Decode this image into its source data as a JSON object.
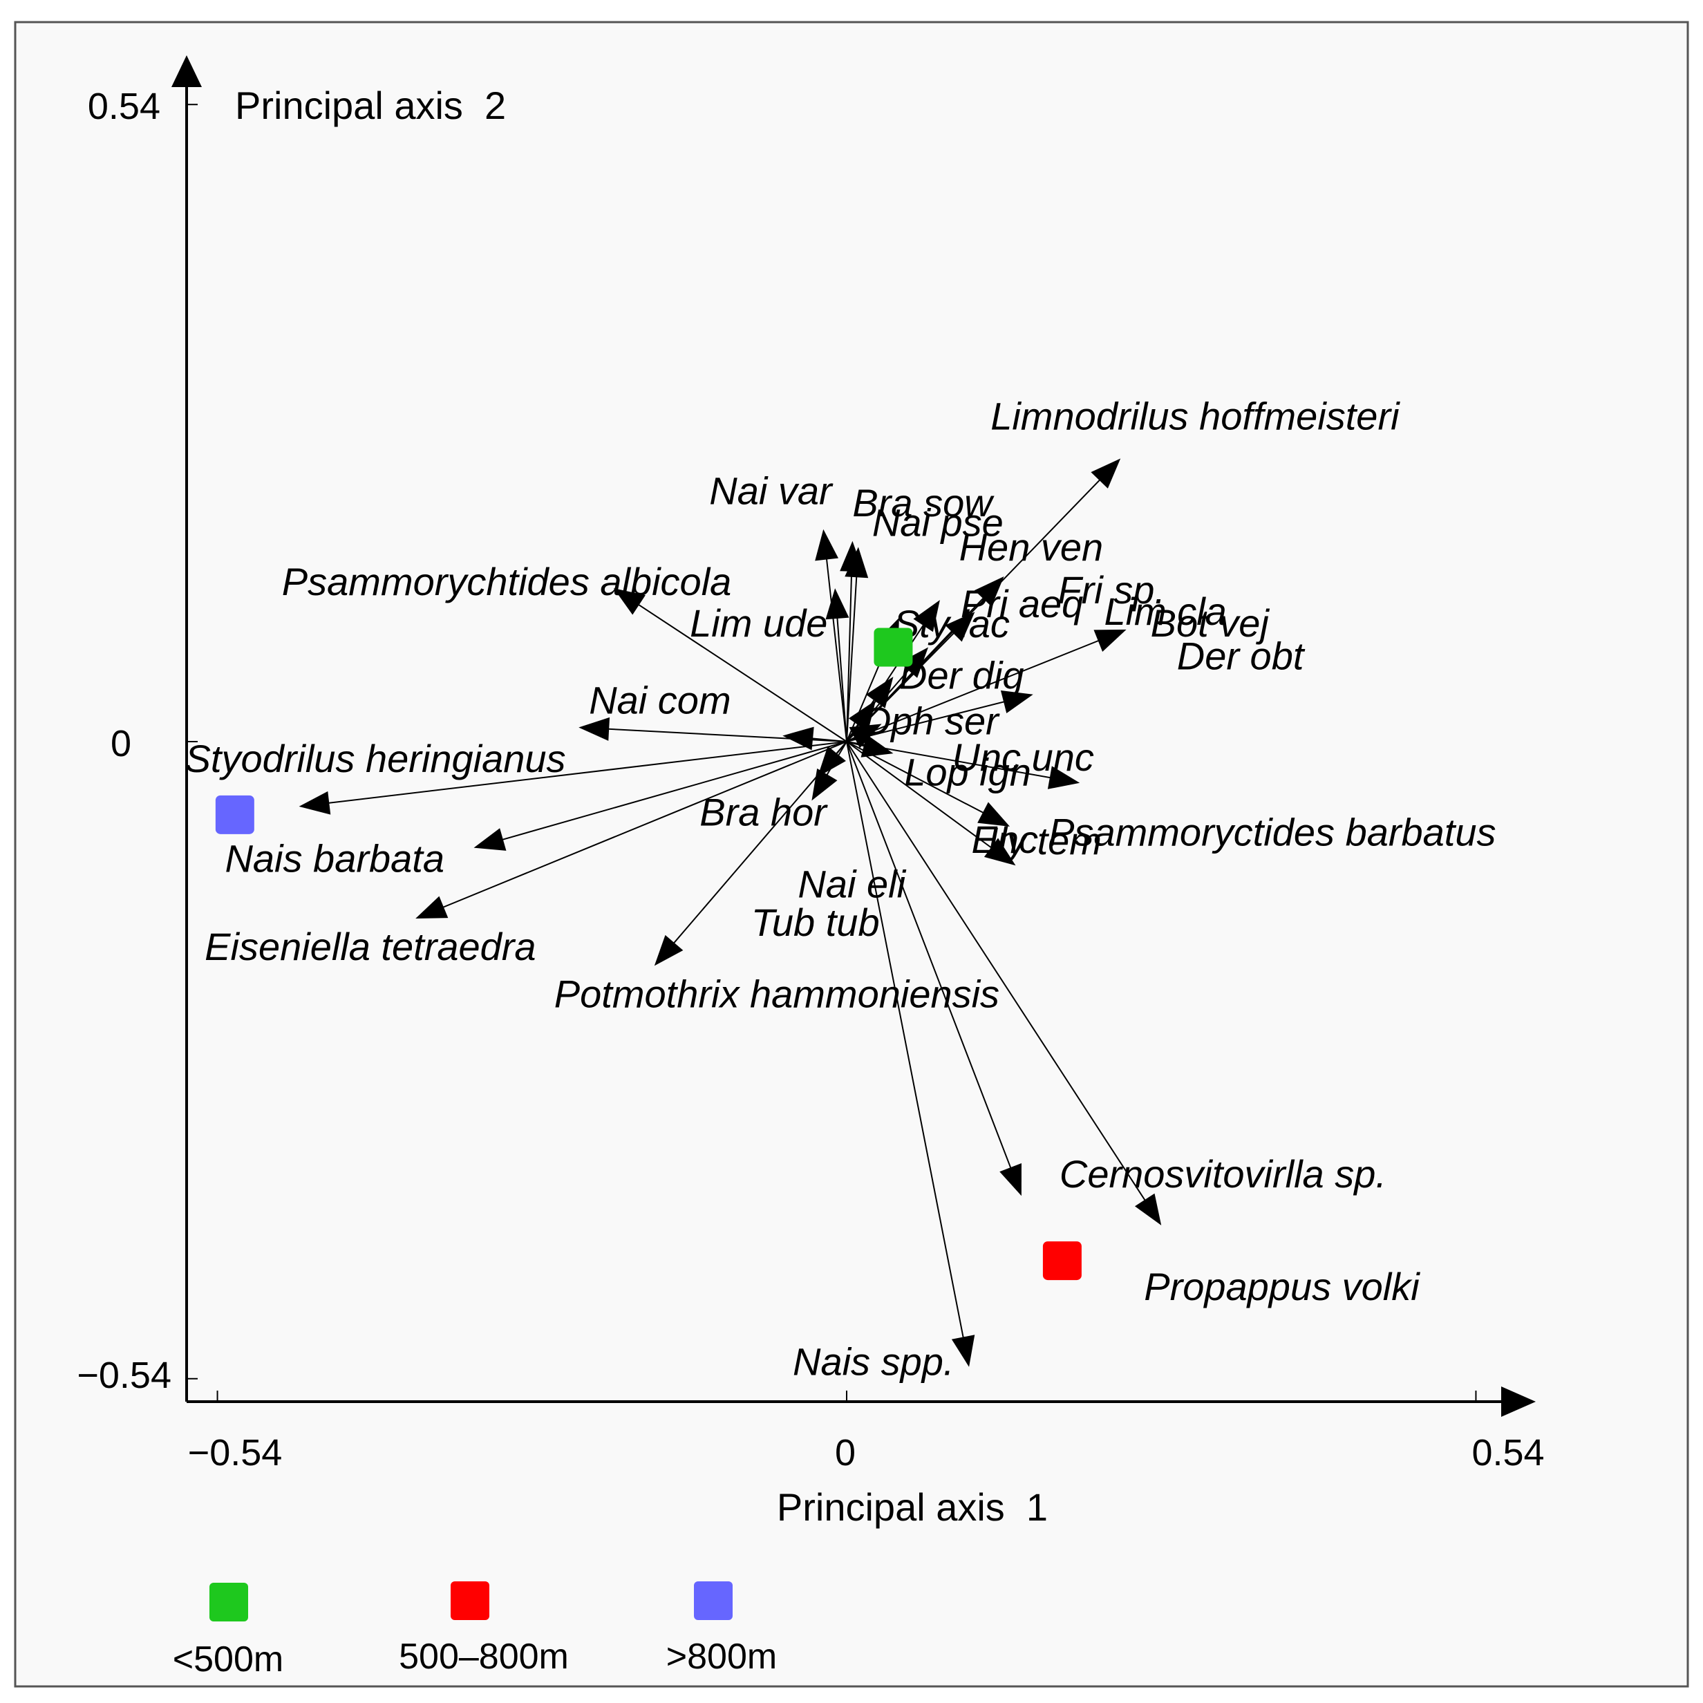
{
  "chart_data": {
    "type": "scatter",
    "subtype": "pca-biplot",
    "xlabel": "Principal axis  1",
    "ylabel": "Principal axis  2",
    "xlim": [
      -0.54,
      0.54
    ],
    "ylim": [
      -0.54,
      0.54
    ],
    "x_ticks": [
      {
        "value": -0.54,
        "label": "−0.54"
      },
      {
        "value": 0,
        "label": "0"
      },
      {
        "value": 0.54,
        "label": "0.54"
      }
    ],
    "y_ticks": [
      {
        "value": -0.54,
        "label": "−0.54"
      },
      {
        "value": 0,
        "label": "0"
      },
      {
        "value": 0.54,
        "label": "0.54"
      }
    ],
    "grid": false,
    "legend_position": "bottom-left",
    "legend": [
      {
        "label": "<500m",
        "color": "#1ec81e"
      },
      {
        "label": "500–800m",
        "color": "#ff0000"
      },
      {
        "label": ">800m",
        "color": "#6666ff"
      }
    ],
    "points": [
      {
        "group": "<500m",
        "x": 0.04,
        "y": 0.08,
        "color": "#1ec81e"
      },
      {
        "group": "500–800m",
        "x": 0.185,
        "y": -0.44,
        "color": "#ff0000"
      },
      {
        "group": ">800m",
        "x": -0.525,
        "y": -0.062,
        "color": "#6666ff"
      }
    ],
    "vectors": [
      {
        "label": "Limnodrilus hoffmeisteri",
        "x": 0.235,
        "y": 0.24
      },
      {
        "label": "Nai var",
        "x": -0.02,
        "y": 0.18
      },
      {
        "label": "Bra sow",
        "x": 0.005,
        "y": 0.17
      },
      {
        "label": "Nai pse",
        "x": 0.01,
        "y": 0.165
      },
      {
        "label": "Lim ude",
        "x": -0.01,
        "y": 0.13
      },
      {
        "label": "Psammorychtides albicola",
        "x": -0.2,
        "y": 0.13
      },
      {
        "label": "Hen ven",
        "x": 0.135,
        "y": 0.14
      },
      {
        "label": "Fri sp.",
        "x": 0.11,
        "y": 0.11
      },
      {
        "label": "Pri aeq",
        "x": 0.08,
        "y": 0.12
      },
      {
        "label": "Sty lac",
        "x": 0.045,
        "y": 0.105
      },
      {
        "label": "Bot vej",
        "x": 0.24,
        "y": 0.095
      },
      {
        "label": "Der dig",
        "x": 0.07,
        "y": 0.08
      },
      {
        "label": "Der obt",
        "x": 0.16,
        "y": 0.04
      },
      {
        "label": "Oph ser",
        "x": 0.03,
        "y": 0.015
      },
      {
        "label": "Lim cla",
        "x": 0.04,
        "y": 0.055
      },
      {
        "label": "Unc unc",
        "x": 0.04,
        "y": -0.01
      },
      {
        "label": "Lop ign",
        "x": 0.2,
        "y": -0.035
      },
      {
        "label": "Ily tem",
        "x": 0.14,
        "y": -0.072
      },
      {
        "label": "Enc",
        "x": 0.145,
        "y": -0.105
      },
      {
        "label": "Psammoryctides barbatus",
        "x": 0.025,
        "y": 0.035
      },
      {
        "label": "Nai com",
        "x": -0.23,
        "y": 0.012
      },
      {
        "label": "Styodrilus heringianus",
        "x": -0.47,
        "y": -0.055
      },
      {
        "label": "Nais barbata",
        "x": -0.32,
        "y": -0.09
      },
      {
        "label": "Eiseniella tetraedra",
        "x": -0.37,
        "y": -0.15
      },
      {
        "label": "Potmothrix hammoniensis",
        "x": -0.165,
        "y": -0.19
      },
      {
        "label": "Bra hor",
        "x": -0.055,
        "y": 0.005
      },
      {
        "label": "Nai eli",
        "x": -0.03,
        "y": -0.05
      },
      {
        "label": "Tub tub",
        "x": -0.025,
        "y": -0.03
      },
      {
        "label": "Cernosvitovirlla sp.",
        "x": 0.15,
        "y": -0.385
      },
      {
        "label": "Propappus volki",
        "x": 0.27,
        "y": -0.41
      },
      {
        "label": "Nais spp.",
        "x": 0.105,
        "y": -0.53
      }
    ]
  }
}
